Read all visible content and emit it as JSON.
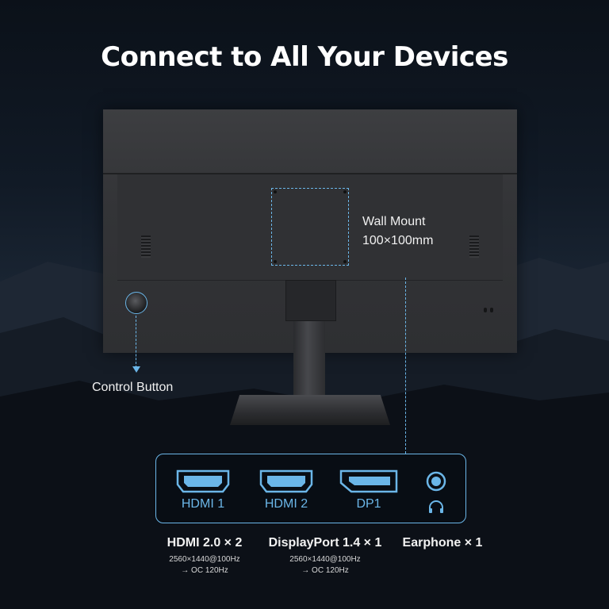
{
  "headline": "Connect to All Your Devices",
  "wall_mount": {
    "line1": "Wall Mount",
    "line2": "100×100mm"
  },
  "control_button": {
    "label": "Control Button"
  },
  "ports": [
    {
      "icon": "hdmi-port-icon",
      "label": "HDMI 1"
    },
    {
      "icon": "hdmi-port-icon",
      "label": "HDMI 2"
    },
    {
      "icon": "displayport-icon",
      "label": "DP1"
    },
    {
      "icon": "earphone-jack-icon",
      "label": ""
    }
  ],
  "specs": [
    {
      "title": "HDMI 2.0 × 2",
      "line1": "2560×1440@100Hz",
      "line2": "→ OC 120Hz"
    },
    {
      "title": "DisplayPort 1.4 × 1",
      "line1": "2560×1440@100Hz",
      "line2": "→ OC 120Hz"
    },
    {
      "title": "Earphone × 1"
    }
  ],
  "colors": {
    "accent": "#6bb6e8",
    "background": "#0b1119",
    "monitor": "#333437"
  }
}
